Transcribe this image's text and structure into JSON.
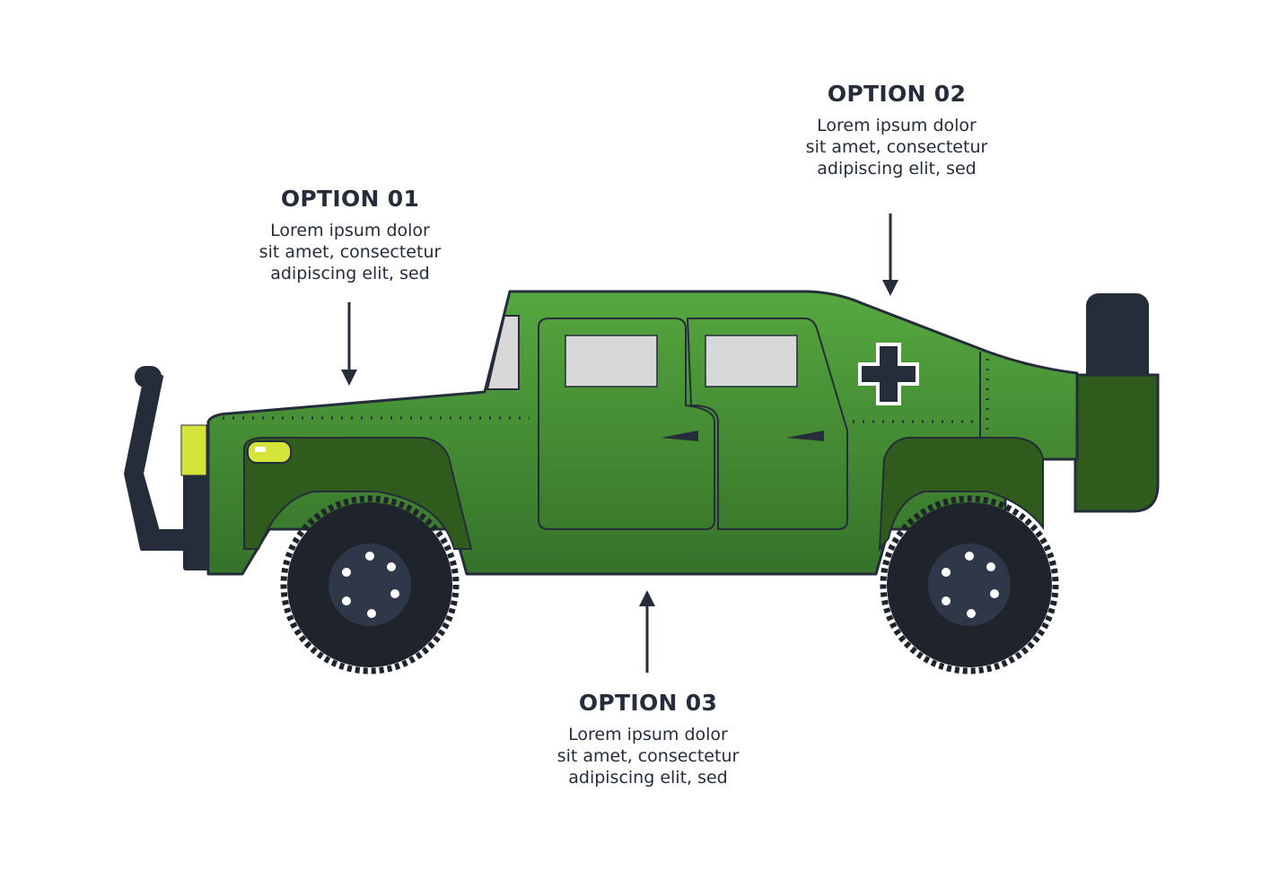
{
  "callouts": [
    {
      "title": "OPTION 01",
      "lines": [
        "Lorem ipsum dolor",
        "sit amet, consectetur",
        "adipiscing elit, sed"
      ]
    },
    {
      "title": "OPTION 02",
      "lines": [
        "Lorem ipsum dolor",
        "sit amet, consectetur",
        "adipiscing elit, sed"
      ]
    },
    {
      "title": "OPTION 03",
      "lines": [
        "Lorem ipsum dolor",
        "sit amet, consectetur",
        "adipiscing elit, sed"
      ]
    }
  ],
  "colors": {
    "text": "#252d3a",
    "outline": "#252d3a",
    "body_green": "#4a9a38",
    "body_green_dark": "#3b7a2a",
    "fender_green": "#2f5b1d",
    "window_glass": "#d8d8d8",
    "headlight_yellow": "#d5e43a",
    "tire": "#1e232c",
    "hub": "#252d3a",
    "bolt": "#ffffff"
  },
  "icons": [
    "medical-cross-icon",
    "arrow-down-icon",
    "arrow-up-icon"
  ]
}
